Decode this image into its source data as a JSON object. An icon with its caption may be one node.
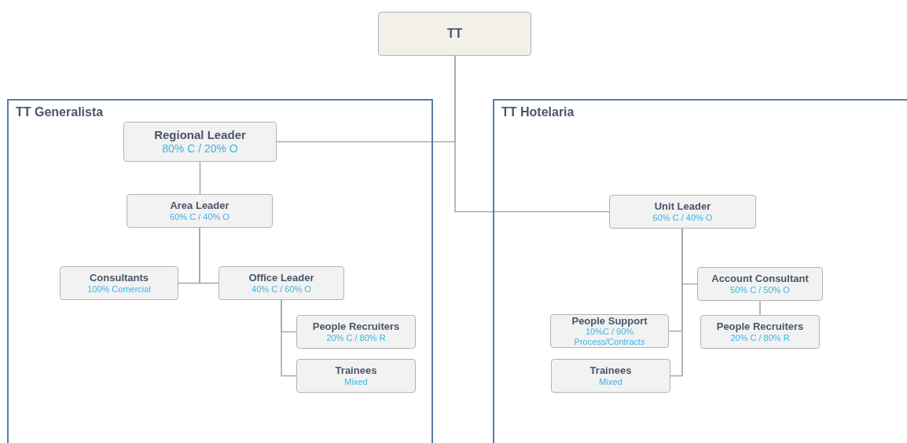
{
  "diagram": {
    "nodes": [
      {
        "text": [
          "TT"
        ]
      },
      {
        "text": [
          "TT Generalista"
        ]
      },
      {
        "text": [
          "Regional Leader",
          "80% C / 20% O"
        ],
        "in": 1
      },
      {
        "text": [
          "Area Leader",
          "60% C / 40% O"
        ],
        "in": 1
      },
      {
        "text": [
          "Consultants",
          "100% Comercial"
        ],
        "in": 1
      },
      {
        "text": [
          "Office Leader",
          "40% C / 60% O"
        ],
        "in": 1
      },
      {
        "text": [
          "People Recruiters",
          "20% C / 80% R"
        ],
        "in": 1
      },
      {
        "text": [
          "Trainees",
          "Mixed"
        ],
        "in": 1
      },
      {
        "text": [
          "TT Hotelaria"
        ]
      },
      {
        "text": [
          "Unit Leader",
          "60% C / 40% O"
        ],
        "in": 8
      },
      {
        "text": [
          "Account Consultant",
          "50% C / 50% O"
        ],
        "in": 8
      },
      {
        "text": [
          "People Support",
          "10%C / 90% Process/Contracts"
        ],
        "in": 8
      },
      {
        "text": [
          "People Recruiters",
          "20% C / 80% R"
        ],
        "in": 8
      },
      {
        "text": [
          "Trainees",
          "Mixed"
        ],
        "in": 8
      }
    ],
    "edges": [
      {
        "from": 0,
        "to": 2,
        "arrow": "none"
      },
      {
        "from": 0,
        "to": 9,
        "arrow": "none"
      },
      {
        "from": 2,
        "to": 3,
        "arrow": "none"
      },
      {
        "from": 3,
        "to": 4,
        "arrow": "none"
      },
      {
        "from": 3,
        "to": 5,
        "arrow": "none"
      },
      {
        "from": 5,
        "to": 6,
        "arrow": "none"
      },
      {
        "from": 5,
        "to": 7,
        "arrow": "none"
      },
      {
        "from": 9,
        "to": 10,
        "arrow": "none"
      },
      {
        "from": 9,
        "to": 11,
        "arrow": "none"
      },
      {
        "from": 9,
        "to": 13,
        "arrow": "none"
      },
      {
        "from": 10,
        "to": 12,
        "arrow": "none"
      }
    ]
  }
}
